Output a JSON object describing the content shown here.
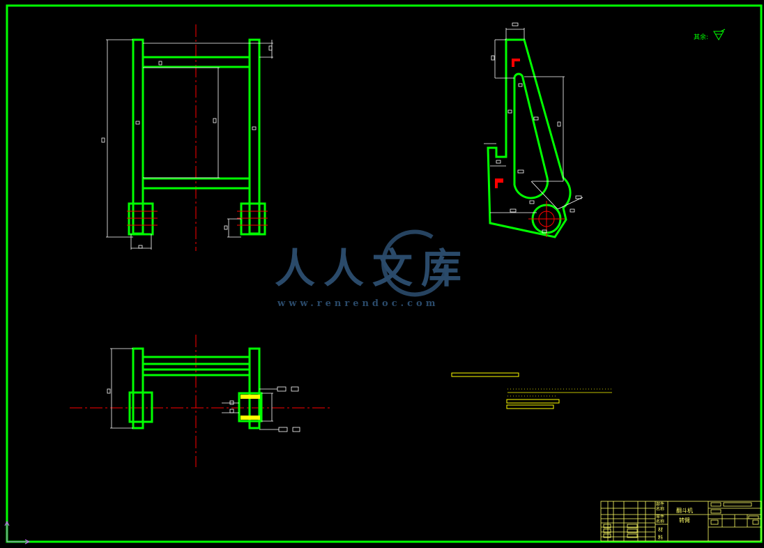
{
  "roughness_note": {
    "label": "其余:",
    "symbol_name": "surface-roughness-symbol"
  },
  "title_block": {
    "part_name": "翻斗机",
    "drawing_name": "转臂",
    "col_labels": [
      "部件名称",
      "零件名称",
      "材料"
    ],
    "material_label": "材",
    "material_label2": "料"
  },
  "watermark": {
    "text": "人人文库",
    "url": "www.renrendoc.com"
  },
  "colors": {
    "outline": "#00ff00",
    "centerline": "#ff0000",
    "dimension": "#ffffff",
    "note": "#ffff00",
    "hatch": "#ffff00",
    "watermark": "#2a4a6a"
  }
}
